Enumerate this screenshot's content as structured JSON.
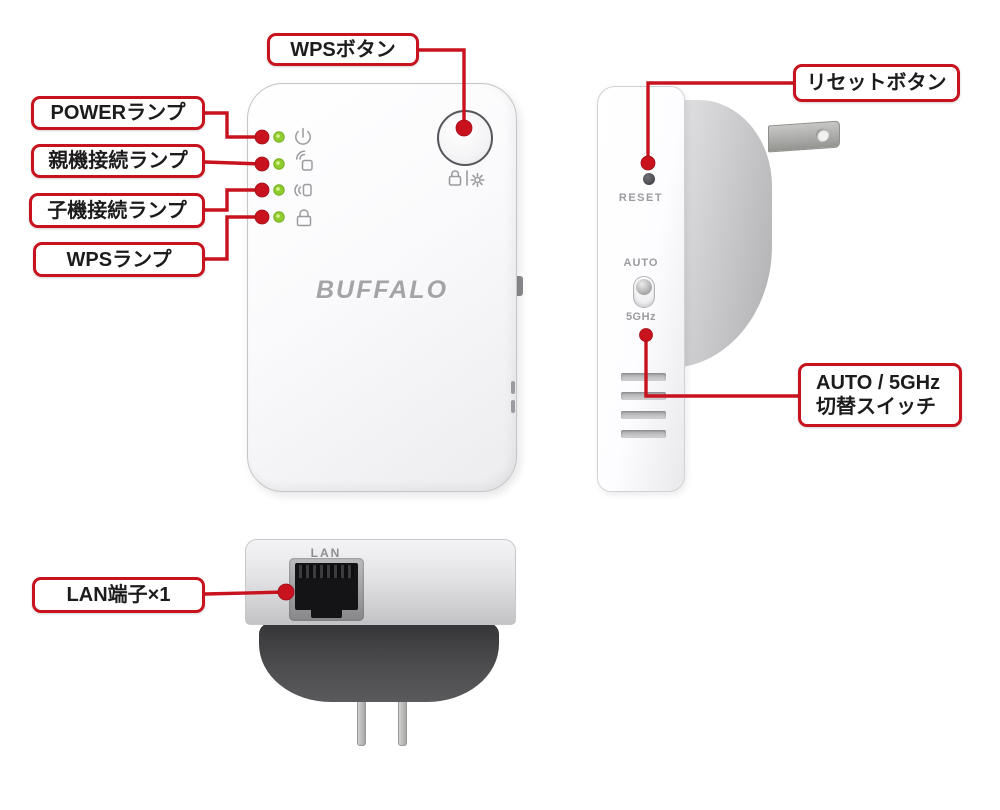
{
  "colors": {
    "callout_red": "#c8121e",
    "led_green": "#8fce2e",
    "icon_gray": "#9b9b9f",
    "logo_gray": "#a4a4a6"
  },
  "callouts": {
    "wps_button": "WPSボタン",
    "power_lamp": "POWERランプ",
    "parent_lamp": "親機接続ランプ",
    "child_lamp": "子機接続ランプ",
    "wps_lamp": "WPSランプ",
    "reset_button": "リセットボタン",
    "auto_switch": [
      "AUTO / 5GHz",
      "切替スイッチ"
    ],
    "lan_port": "LAN端子×1"
  },
  "front_view": {
    "brand_logo": "BUFFALO",
    "led_icons": [
      "power-icon",
      "parent-link-icon",
      "child-link-icon",
      "lock-icon"
    ]
  },
  "side_view": {
    "reset_text": "RESET",
    "switch_label_top": "AUTO",
    "switch_label_bottom": "5GHz"
  },
  "bottom_view": {
    "port_text": "LAN"
  }
}
